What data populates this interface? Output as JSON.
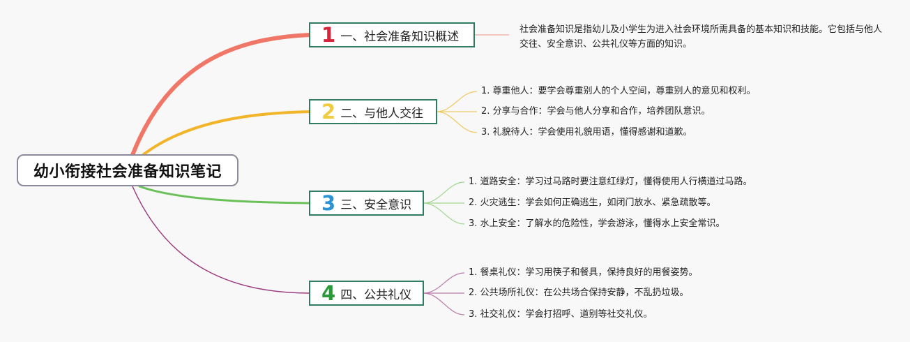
{
  "title": "幼小衔接社会准备知识笔记",
  "branches": [
    {
      "number": "1",
      "label": "一、社会准备知识概述",
      "color": "#f07667",
      "number_color": "#d8243a",
      "description": "社会准备知识是指幼儿及小学生为进入社会环境所需具备的基本知识和技能。它包括与他人交往、安全意识、公共礼仪等方面的知识。"
    },
    {
      "number": "2",
      "label": "二、与他人交往",
      "color": "#f2b52a",
      "number_color": "#f0cc3e",
      "items": [
        "1. 尊重他人：要学会尊重别人的个人空间，尊重别人的意见和权利。",
        "2. 分享与合作：学会与他人分享和合作，培养团队意识。",
        "3. 礼貌待人：学会使用礼貌用语，懂得感谢和道歉。"
      ]
    },
    {
      "number": "3",
      "label": "三、安全意识",
      "color": "#6cc05a",
      "number_color": "#2a93d5",
      "items": [
        "1. 道路安全：学习过马路时要注意红绿灯，懂得使用人行横道过马路。",
        "2. 火灾逃生：学会如何正确逃生，如闭门放水、紧急疏散等。",
        "3. 水上安全：了解水的危险性，学会游泳，懂得水上安全常识。"
      ]
    },
    {
      "number": "4",
      "label": "四、公共礼仪",
      "color": "#9b3d7f",
      "number_color": "#2a9a3a",
      "items": [
        "1. 餐桌礼仪：学习用筷子和餐具，保持良好的用餐姿势。",
        "2. 公共场所礼仪：在公共场合保持安静，不乱扔垃圾。",
        "3. 社交礼仪：学会打招呼、道别等社交礼仪。"
      ]
    }
  ]
}
